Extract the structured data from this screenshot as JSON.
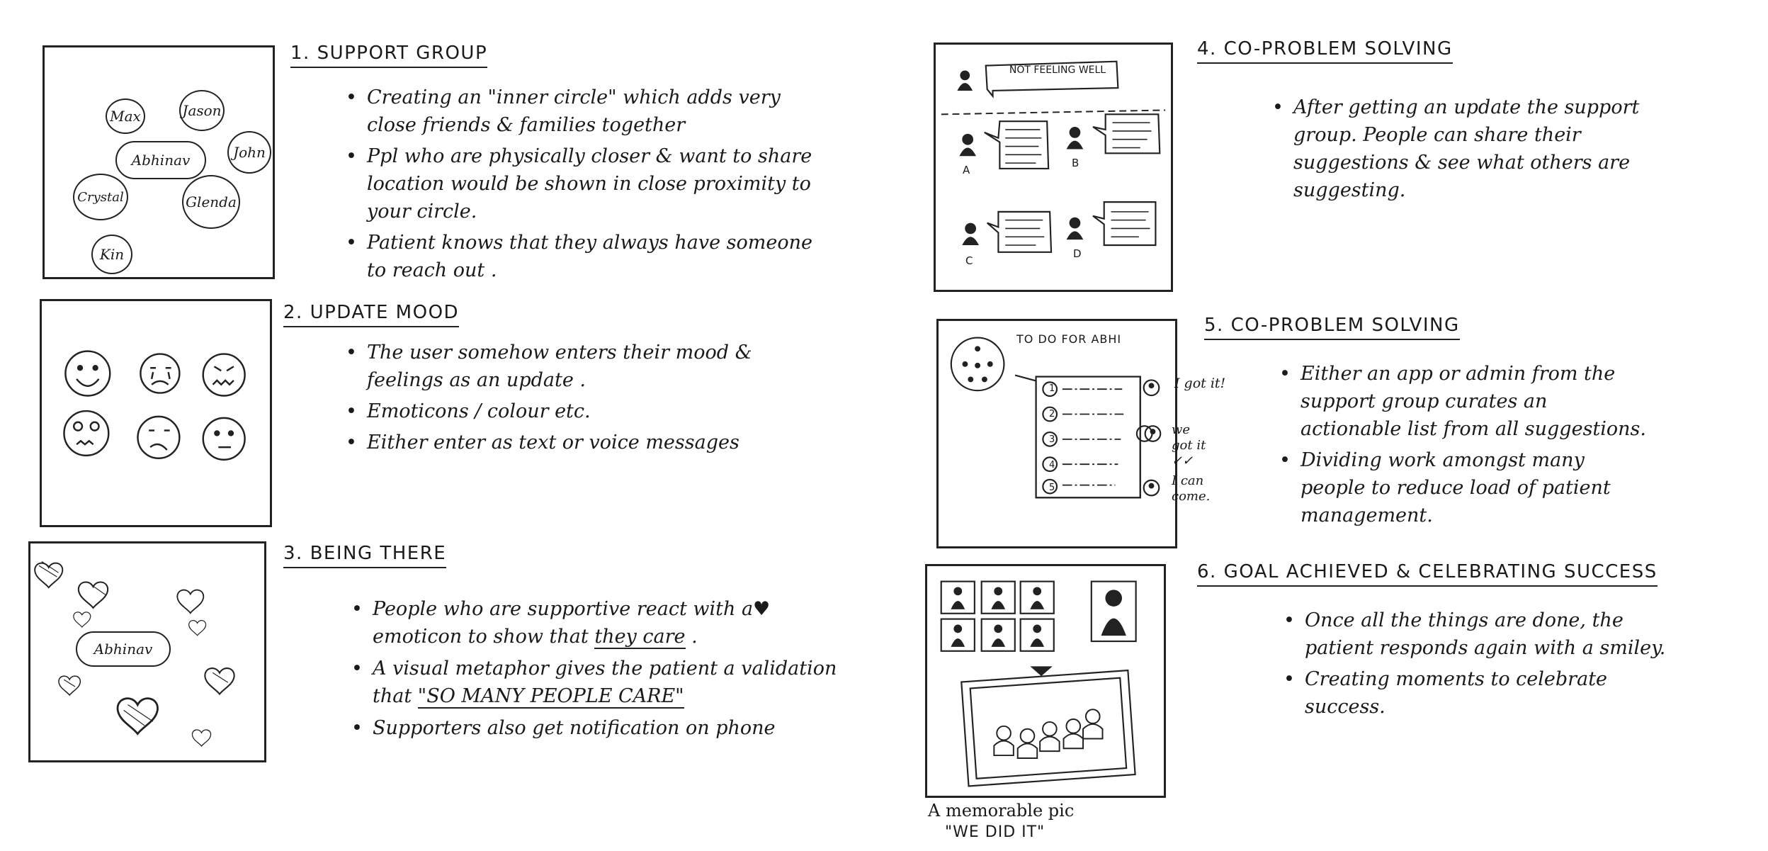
{
  "panels": {
    "p1": {
      "title": "1. SUPPORT GROUP",
      "names": [
        "Max",
        "Jason",
        "Abhinav",
        "John",
        "Crystal",
        "Glenda",
        "Kin"
      ],
      "bullets": [
        "Creating an \"inner circle\" which adds very close friends & families together",
        "Ppl who are physically closer & want to share location would be shown in close proximity to your circle.",
        "Patient knows that they always have someone to reach out ."
      ]
    },
    "p2": {
      "title": "2. UPDATE MOOD",
      "bullets": [
        "The user somehow enters their mood & feelings as an update .",
        "Emoticons / colour etc.",
        "Either enter as text or voice messages"
      ]
    },
    "p3": {
      "title": "3. BEING THERE",
      "center_name": "Abhinav",
      "b1_pre": "People who are supportive react with a",
      "b1_mid": " emoticon to show that ",
      "b1_ul": "they care",
      "b1_post": " .",
      "b2_pre": "A visual metaphor gives the patient a validation that ",
      "b2_ul": "\"SO MANY PEOPLE CARE\"",
      "b3": "Supporters also get notification on phone"
    },
    "p4": {
      "title": "4. CO-PROBLEM SOLVING",
      "status": "NOT FEELING WELL",
      "people": [
        "A",
        "B",
        "C",
        "D"
      ],
      "bullets": [
        "After getting an update the support group. People can share their suggestions & see what others are suggesting."
      ]
    },
    "p5": {
      "title": "5. CO-PROBLEM SOLVING",
      "list_title": "TO DO FOR ABHI",
      "items": [
        "1",
        "2",
        "3",
        "4",
        "5"
      ],
      "reply1": "I got it!",
      "reply2": "we got it ✓✓",
      "reply3": "I can come.",
      "bullets": [
        "Either an app or admin from the support group curates an actionable list from all suggestions.",
        "Dividing work amongst many people to reduce load of patient management."
      ]
    },
    "p6": {
      "title": "6. GOAL ACHIEVED & CELEBRATING SUCCESS",
      "caption_line1": "A memorable pic",
      "caption_line2": "\"WE DID IT\"",
      "bullets": [
        "Once all the things are done, the patient responds again with a smiley.",
        "Creating moments to celebrate success."
      ]
    }
  }
}
